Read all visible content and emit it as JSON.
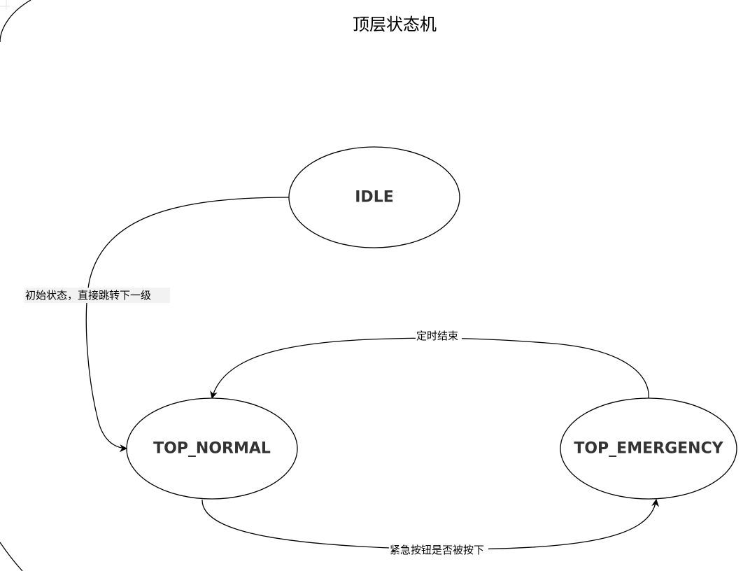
{
  "diagram": {
    "title": "顶层状态机",
    "states": {
      "idle": "IDLE",
      "top_normal": "TOP_NORMAL",
      "top_emergency": "TOP_EMERGENCY"
    },
    "transitions": {
      "idle_to_normal": "初始状态，直接跳转下一级",
      "emergency_to_normal": "定时结束",
      "normal_to_emergency": "紧急按钮是否被按下"
    }
  }
}
